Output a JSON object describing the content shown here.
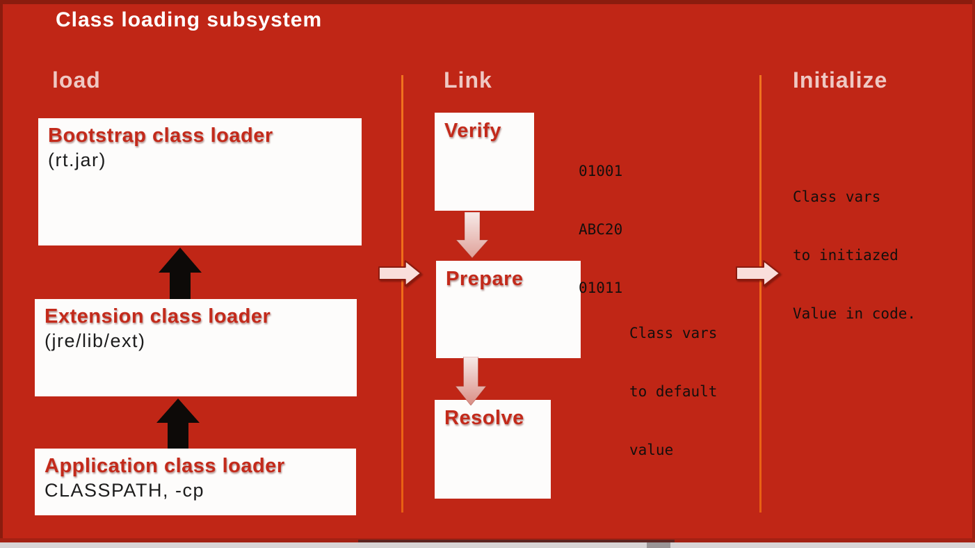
{
  "title": "Class loading subsystem",
  "load": {
    "header": "load",
    "bootstrap": {
      "title": "Bootstrap class loader",
      "subtitle": "(rt.jar)"
    },
    "extension": {
      "title": "Extension class loader",
      "subtitle": "(jre/lib/ext)"
    },
    "application": {
      "title": "Application class loader",
      "subtitle": "CLASSPATH, -cp"
    }
  },
  "link": {
    "header": "Link",
    "verify": {
      "title": "Verify"
    },
    "prepare": {
      "title": "Prepare"
    },
    "resolve": {
      "title": "Resolve"
    },
    "bytecode_lines": [
      "01001",
      "ABC20",
      "01011"
    ],
    "prepare_note_lines": [
      "Class vars",
      "to default",
      "value"
    ]
  },
  "initialize": {
    "header": "Initialize",
    "note_lines": [
      "Class vars",
      "to initiazed",
      "Value in code."
    ]
  },
  "colors": {
    "slide_background": "#c02616",
    "slide_edge": "#8a1c0e",
    "box_background": "#fdfcfb",
    "box_title_red": "#c32a1b",
    "body_text_black": "#1c1c1c",
    "phase_header_pink": "#efc8c3",
    "divider_orange": "#f0731e",
    "arrow_black": "#0d0a08",
    "arrow_pink_fill": "#f9dedb",
    "arrow_pink_outline": "#8a1a0e",
    "title_white": "#ffffff"
  }
}
